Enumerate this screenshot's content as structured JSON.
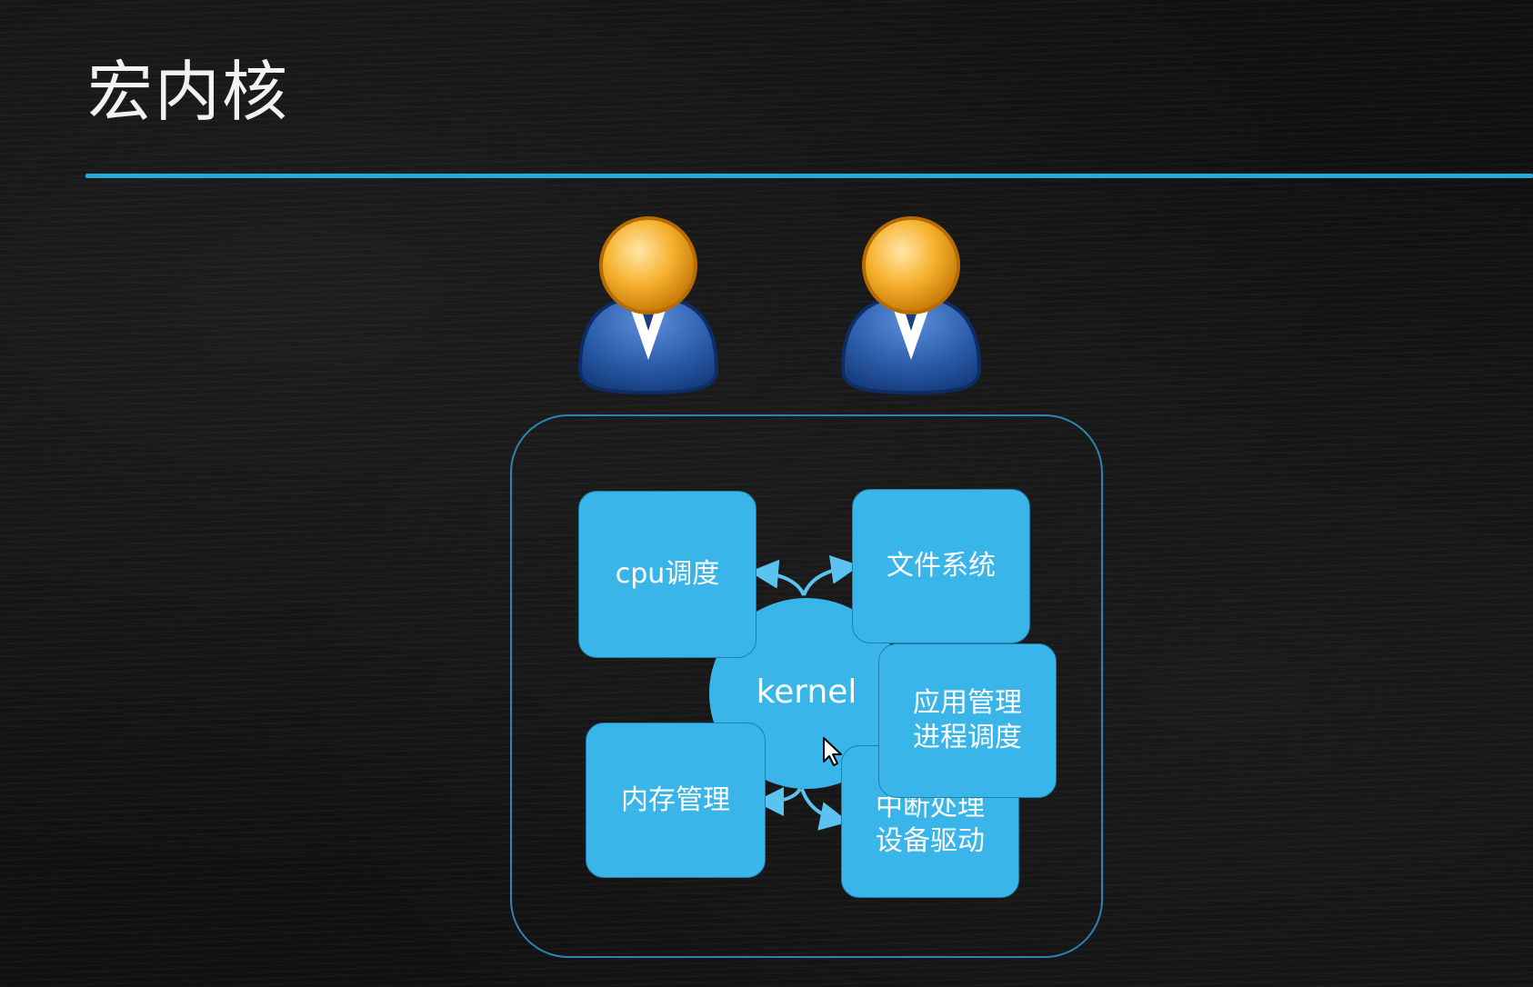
{
  "slide": {
    "title": "宏内核"
  },
  "diagram": {
    "center": "kernel",
    "modules": {
      "cpu": "cpu调度",
      "fs": "文件系统",
      "app_line1": "应用管理",
      "app_line2": "进程调度",
      "mem": "内存管理",
      "irq_line1": "中断处理",
      "irq_line2": "设备驱动"
    }
  },
  "colors": {
    "accent": "#29a8dc",
    "module_fill": "#3ab5ea",
    "frame": "#2a86b0",
    "user_head": "#f5a623",
    "user_body": "#2a5ba8"
  },
  "icons": {
    "user": "user-icon",
    "cursor": "mouse-pointer-icon"
  }
}
